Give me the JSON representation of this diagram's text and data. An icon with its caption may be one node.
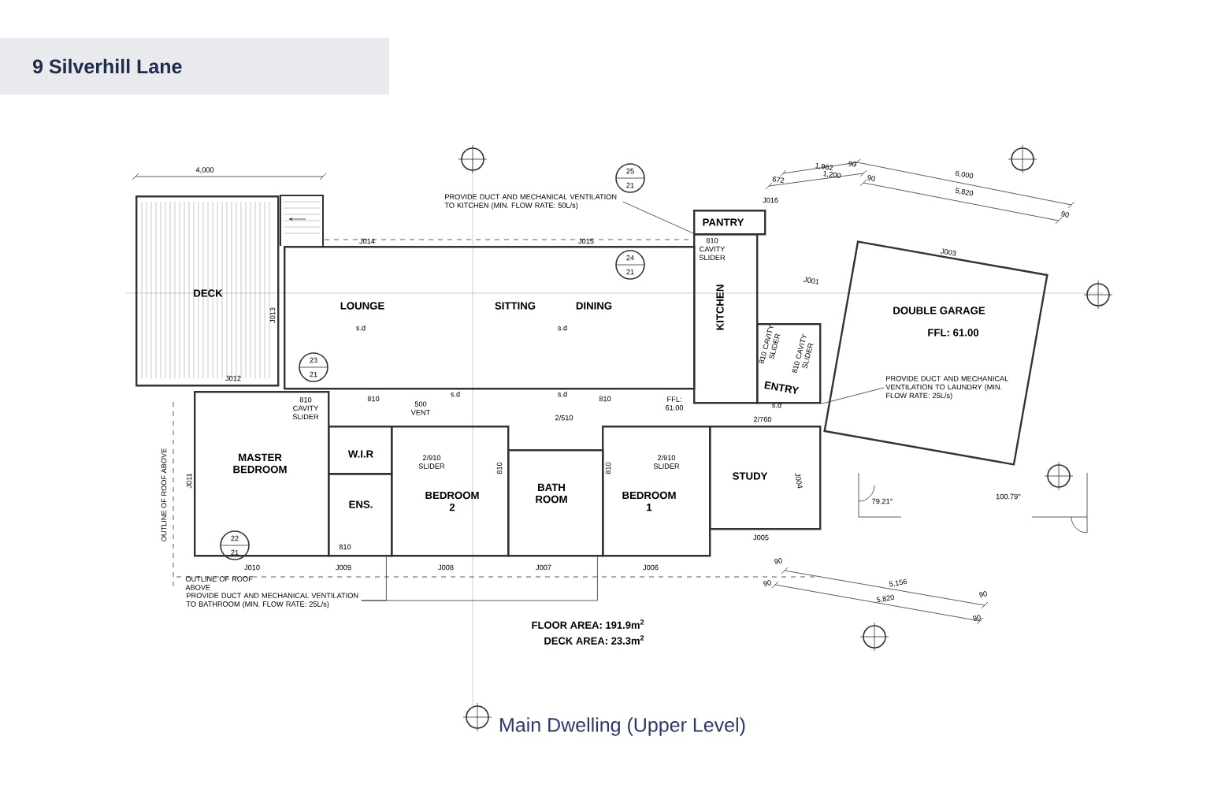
{
  "diagram": {
    "title": "9 Silverhill Lane",
    "caption": "Main Dwelling (Upper Level)",
    "nodes": [
      {
        "text": [
          "DECK"
        ]
      },
      {
        "text": [
          "LOUNGE",
          "SITTING",
          "DINING"
        ]
      },
      {
        "text": [
          "PANTRY"
        ]
      },
      {
        "text": [
          "KITCHEN"
        ]
      },
      {
        "text": [
          "ENTRY"
        ]
      },
      {
        "text": [
          "DOUBLE GARAGE",
          "FFL: 61.00"
        ]
      },
      {
        "text": [
          "MASTER BEDROOM"
        ]
      },
      {
        "text": [
          "W.I.R"
        ]
      },
      {
        "text": [
          "ENS."
        ]
      },
      {
        "text": [
          "BEDROOM 2"
        ]
      },
      {
        "text": [
          "BATH ROOM"
        ]
      },
      {
        "text": [
          "BEDROOM 1"
        ]
      },
      {
        "text": [
          "STUDY"
        ]
      },
      {
        "text": [
          "PROVIDE DUCT AND MECHANICAL VENTILATION TO KITCHEN (MIN. FLOW RATE: 50L/s)"
        ]
      },
      {
        "text": [
          "PROVIDE DUCT AND MECHANICAL VENTILATION TO LAUNDRY (MIN. FLOW RATE: 25L/s)"
        ],
        "in": 5
      },
      {
        "text": [
          "PROVIDE DUCT AND MECHANICAL VENTILATION TO BATHROOM (MIN. FLOW RATE: 25L/s)"
        ]
      }
    ],
    "edges": [
      {
        "from": 13,
        "to": 3,
        "arrow": "none"
      },
      {
        "from": 14,
        "to": 4,
        "arrow": "none"
      },
      {
        "from": 15,
        "to": 8,
        "arrow": "none"
      },
      {
        "from": 15,
        "to": 10,
        "arrow": "none"
      }
    ],
    "labels": [
      "4,000",
      "1,962",
      "90",
      "6,000",
      "672",
      "1,200",
      "90",
      "5,820",
      "90",
      "25",
      "21",
      "J014",
      "J015",
      "J016",
      "24",
      "21",
      "810 CAVITY SLIDER",
      "J001",
      "J003",
      "J013",
      "23",
      "21",
      "J012",
      "810 CAVITY SLIDER",
      "810",
      "500 VENT",
      "s.d",
      "s.d",
      "s.d",
      "s.d",
      "2/510",
      "810",
      "810 CAVITY SLIDER",
      "810 CAVITY SLIDER",
      "FFL: 61.00",
      "s.d",
      "2/760",
      "2/910 SLIDER",
      "810",
      "810",
      "2/910 SLIDER",
      "J011",
      "OUTLINE OF ROOF ABOVE",
      "J004",
      "79.21°",
      "100.79°",
      "22",
      "21",
      "810",
      "J005",
      "J010",
      "J009",
      "J008",
      "J007",
      "J006",
      "90",
      "90",
      "OUTLINE OF ROOF ABOVE",
      "5,156",
      "5,820",
      "90",
      "90",
      "FLOOR AREA: 191.9m$^{2}$",
      "DECK AREA: 23.3m$^{2}$"
    ]
  }
}
